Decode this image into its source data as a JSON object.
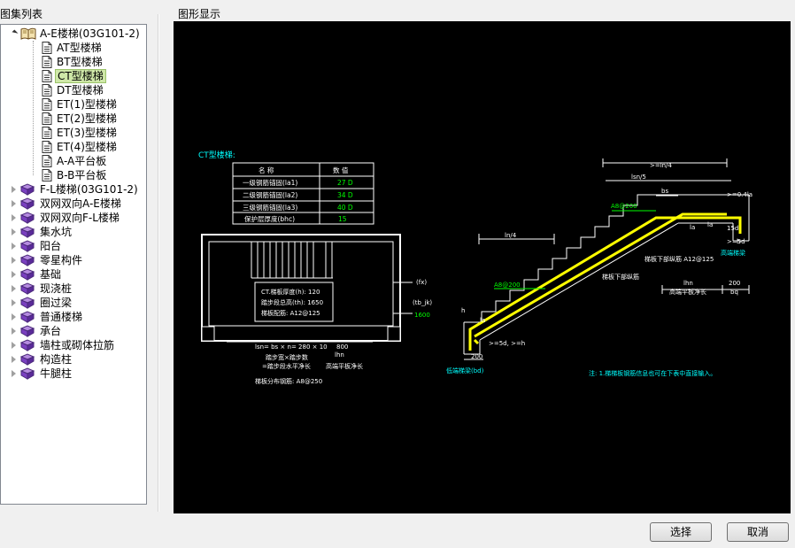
{
  "labels": {
    "tree": "图集列表",
    "view": "图形显示"
  },
  "tree": [
    {
      "label": "A-E楼梯(03G101-2)",
      "level": 0,
      "type": "book-open",
      "expander": "open"
    },
    {
      "label": "AT型楼梯",
      "level": 1,
      "type": "page"
    },
    {
      "label": "BT型楼梯",
      "level": 1,
      "type": "page"
    },
    {
      "label": "CT型楼梯",
      "level": 1,
      "type": "page",
      "selected": true
    },
    {
      "label": "DT型楼梯",
      "level": 1,
      "type": "page"
    },
    {
      "label": "ET(1)型楼梯",
      "level": 1,
      "type": "page"
    },
    {
      "label": "ET(2)型楼梯",
      "level": 1,
      "type": "page"
    },
    {
      "label": "ET(3)型楼梯",
      "level": 1,
      "type": "page"
    },
    {
      "label": "ET(4)型楼梯",
      "level": 1,
      "type": "page"
    },
    {
      "label": "A-A平台板",
      "level": 1,
      "type": "page"
    },
    {
      "label": "B-B平台板",
      "level": 1,
      "type": "page"
    },
    {
      "label": "F-L楼梯(03G101-2)",
      "level": 0,
      "type": "book",
      "expander": "closed"
    },
    {
      "label": "双网双向A-E楼梯",
      "level": 0,
      "type": "book",
      "expander": "closed"
    },
    {
      "label": "双网双向F-L楼梯",
      "level": 0,
      "type": "book",
      "expander": "closed"
    },
    {
      "label": "集水坑",
      "level": 0,
      "type": "book",
      "expander": "closed"
    },
    {
      "label": "阳台",
      "level": 0,
      "type": "book",
      "expander": "closed"
    },
    {
      "label": "零星构件",
      "level": 0,
      "type": "book",
      "expander": "closed"
    },
    {
      "label": "基础",
      "level": 0,
      "type": "book",
      "expander": "closed"
    },
    {
      "label": "现浇桩",
      "level": 0,
      "type": "book",
      "expander": "closed"
    },
    {
      "label": "圈过梁",
      "level": 0,
      "type": "book",
      "expander": "closed"
    },
    {
      "label": "普通楼梯",
      "level": 0,
      "type": "book",
      "expander": "closed"
    },
    {
      "label": "承台",
      "level": 0,
      "type": "book",
      "expander": "closed"
    },
    {
      "label": "墙柱或砌体拉筋",
      "level": 0,
      "type": "book",
      "expander": "closed"
    },
    {
      "label": "构造柱",
      "level": 0,
      "type": "book",
      "expander": "closed"
    },
    {
      "label": "牛腿柱",
      "level": 0,
      "type": "book",
      "expander": "closed"
    }
  ],
  "drawing": {
    "title": "CT型楼梯:",
    "table_head": [
      "名  称",
      "数  值"
    ],
    "table_rows": [
      [
        "一级钢筋锚固(la1)",
        "27 D"
      ],
      [
        "二级钢筋锚固(la2)",
        "34 D"
      ],
      [
        "三级钢筋锚固(la3)",
        "40 D"
      ],
      [
        "保护层厚度(bhc)",
        "15"
      ]
    ],
    "plan_texts": {
      "thickness": "CT.梯板厚度(h): 120",
      "height": "踏步段总高(th): 1650",
      "rebar": "梯板配筋: A12@125",
      "fx": "(fx)",
      "tbjk": "(tb_jk)",
      "v1600": "1600",
      "dim_line": "lsn= bs × n= 280 × 10",
      "v800": "800",
      "lhn": "lhn",
      "step_w": "踏步宽×踏步数",
      "step_len": "=踏步段水平净长",
      "high_len": "高端平板净长",
      "dist": "梯板分布钢筋: A8@250"
    },
    "section_texts": {
      "ln4_top": ">=ln/4",
      "lsn5": "lsn/5",
      "bs": "bs",
      "d04la": ">=0.4la",
      "a8_top": "A8@200",
      "la1": "la",
      "la2": "la",
      "d15": "15d",
      "d5d": ">=5d",
      "h": "h",
      "high_beam": "高端梯梁",
      "lower_bar": "梯板下部纵筋 A12@125",
      "lower_bar2": "梯板下部纵筋",
      "lhn": "lhn",
      "v200a": "200",
      "high_len2": "高端平板净长",
      "bq": "bq",
      "ln4_left": "ln/4",
      "a8_left": "A8@200",
      "la_left": "la",
      "h_left": "h",
      "d5d_bot": ">=5d, >=h",
      "v200b": "200",
      "low_beam": "低端梯梁(bd)",
      "note": "注: 1.梯梯板钢筋信息也可在下表中直接输入。"
    }
  },
  "buttons": {
    "select": "选择",
    "cancel": "取消"
  },
  "colors": {
    "canvas": "#000000",
    "rebar": "#ffff00",
    "cyan": "#00ffff",
    "green": "#00ff00",
    "line": "#ffffff",
    "selection": "#cfe8a8"
  }
}
